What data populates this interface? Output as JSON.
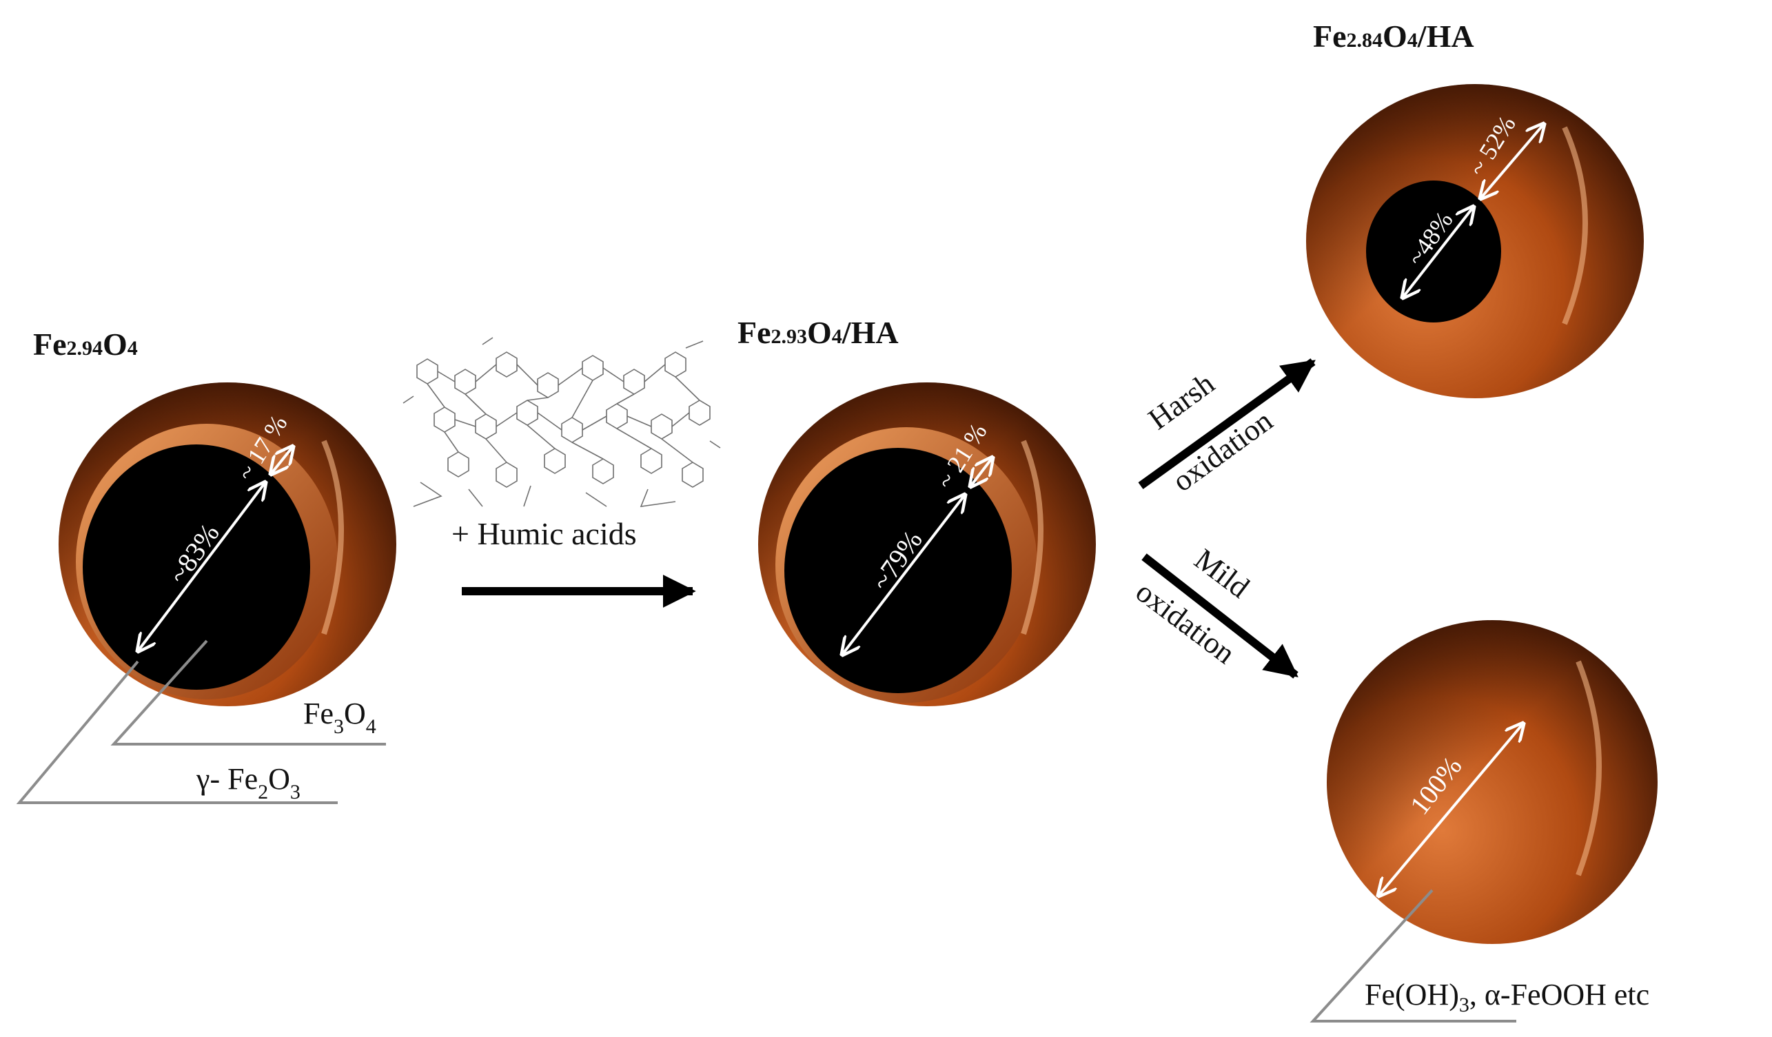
{
  "colors": {
    "shell_light": "#e07a3a",
    "shell_mid": "#b04a12",
    "shell_dark": "#3a1404",
    "core": "#000000",
    "arrow": "#000000",
    "leader_line": "#8c8c8c"
  },
  "particles": {
    "p1": {
      "formula_main": "Fe",
      "formula_sub": "2.94",
      "formula_rest": "O",
      "formula_sub2": "4",
      "core_pct": "~83%",
      "shell_pct": "~ 17 %"
    },
    "p2": {
      "formula_main": "Fe",
      "formula_sub": "2.93",
      "formula_rest": "O",
      "formula_sub2": "4",
      "formula_tail": "/HA",
      "core_pct": "~79%",
      "shell_pct": "~ 21 %"
    },
    "p3": {
      "formula_main": "Fe",
      "formula_sub": "2.84",
      "formula_rest": "O",
      "formula_sub2": "4",
      "formula_tail": "/HA",
      "core_pct": "~48%",
      "shell_pct": "~ 52%"
    },
    "p4": {
      "pct": "100%"
    }
  },
  "legend": {
    "core_label_main": "Fe",
    "core_label_sub1": "3",
    "core_label_mid": "O",
    "core_label_sub2": "4",
    "shell_label_gamma": "γ- Fe",
    "shell_label_sub1": "2",
    "shell_label_mid": "O",
    "shell_label_sub2": "3",
    "product_label_a": "Fe(OH)",
    "product_label_sub": "3",
    "product_label_b": ", α-FeOOH etc"
  },
  "reactions": {
    "add_reagent": "+ Humic acids",
    "harsh_line1": "Harsh",
    "harsh_line2": "oxidation",
    "mild_line1": "Mild",
    "mild_line2": "oxidation"
  },
  "icons": {
    "humic_structure": "humic-acid-molecule-icon"
  }
}
